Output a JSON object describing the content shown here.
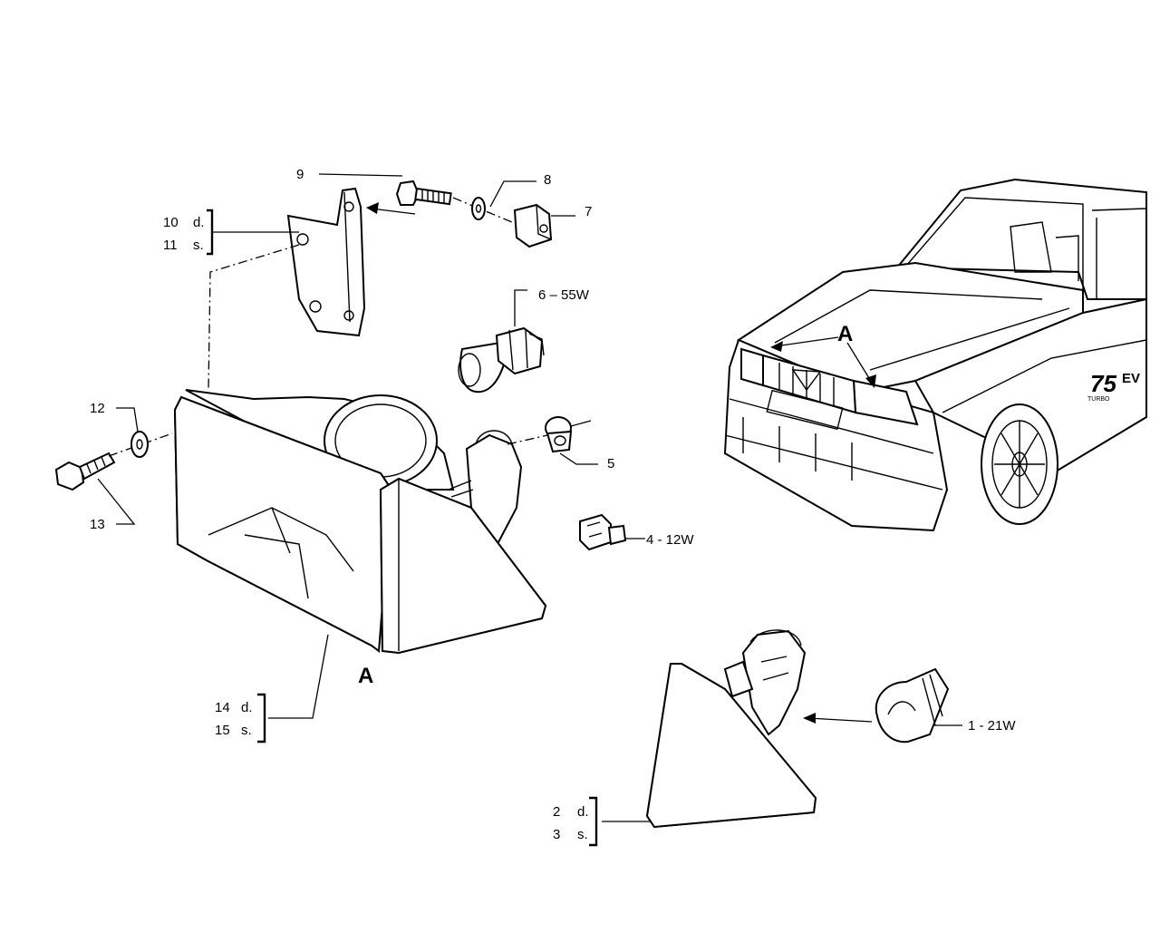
{
  "callouts": {
    "p1": "1 - 21W",
    "p2": "2",
    "p3": "3",
    "p4": "4 - 12W",
    "p5": "5",
    "p6": "6 – 55W",
    "p7": "7",
    "p8": "8",
    "p9": "9",
    "p10": "10",
    "p11": "11",
    "p12": "12",
    "p13": "13",
    "p14": "14",
    "p15": "15"
  },
  "side_markers": {
    "right": "d.",
    "left": "s."
  },
  "view_marker": "A",
  "car_badge": {
    "model": "75",
    "suffix": "EV",
    "sub": "TURBO"
  }
}
